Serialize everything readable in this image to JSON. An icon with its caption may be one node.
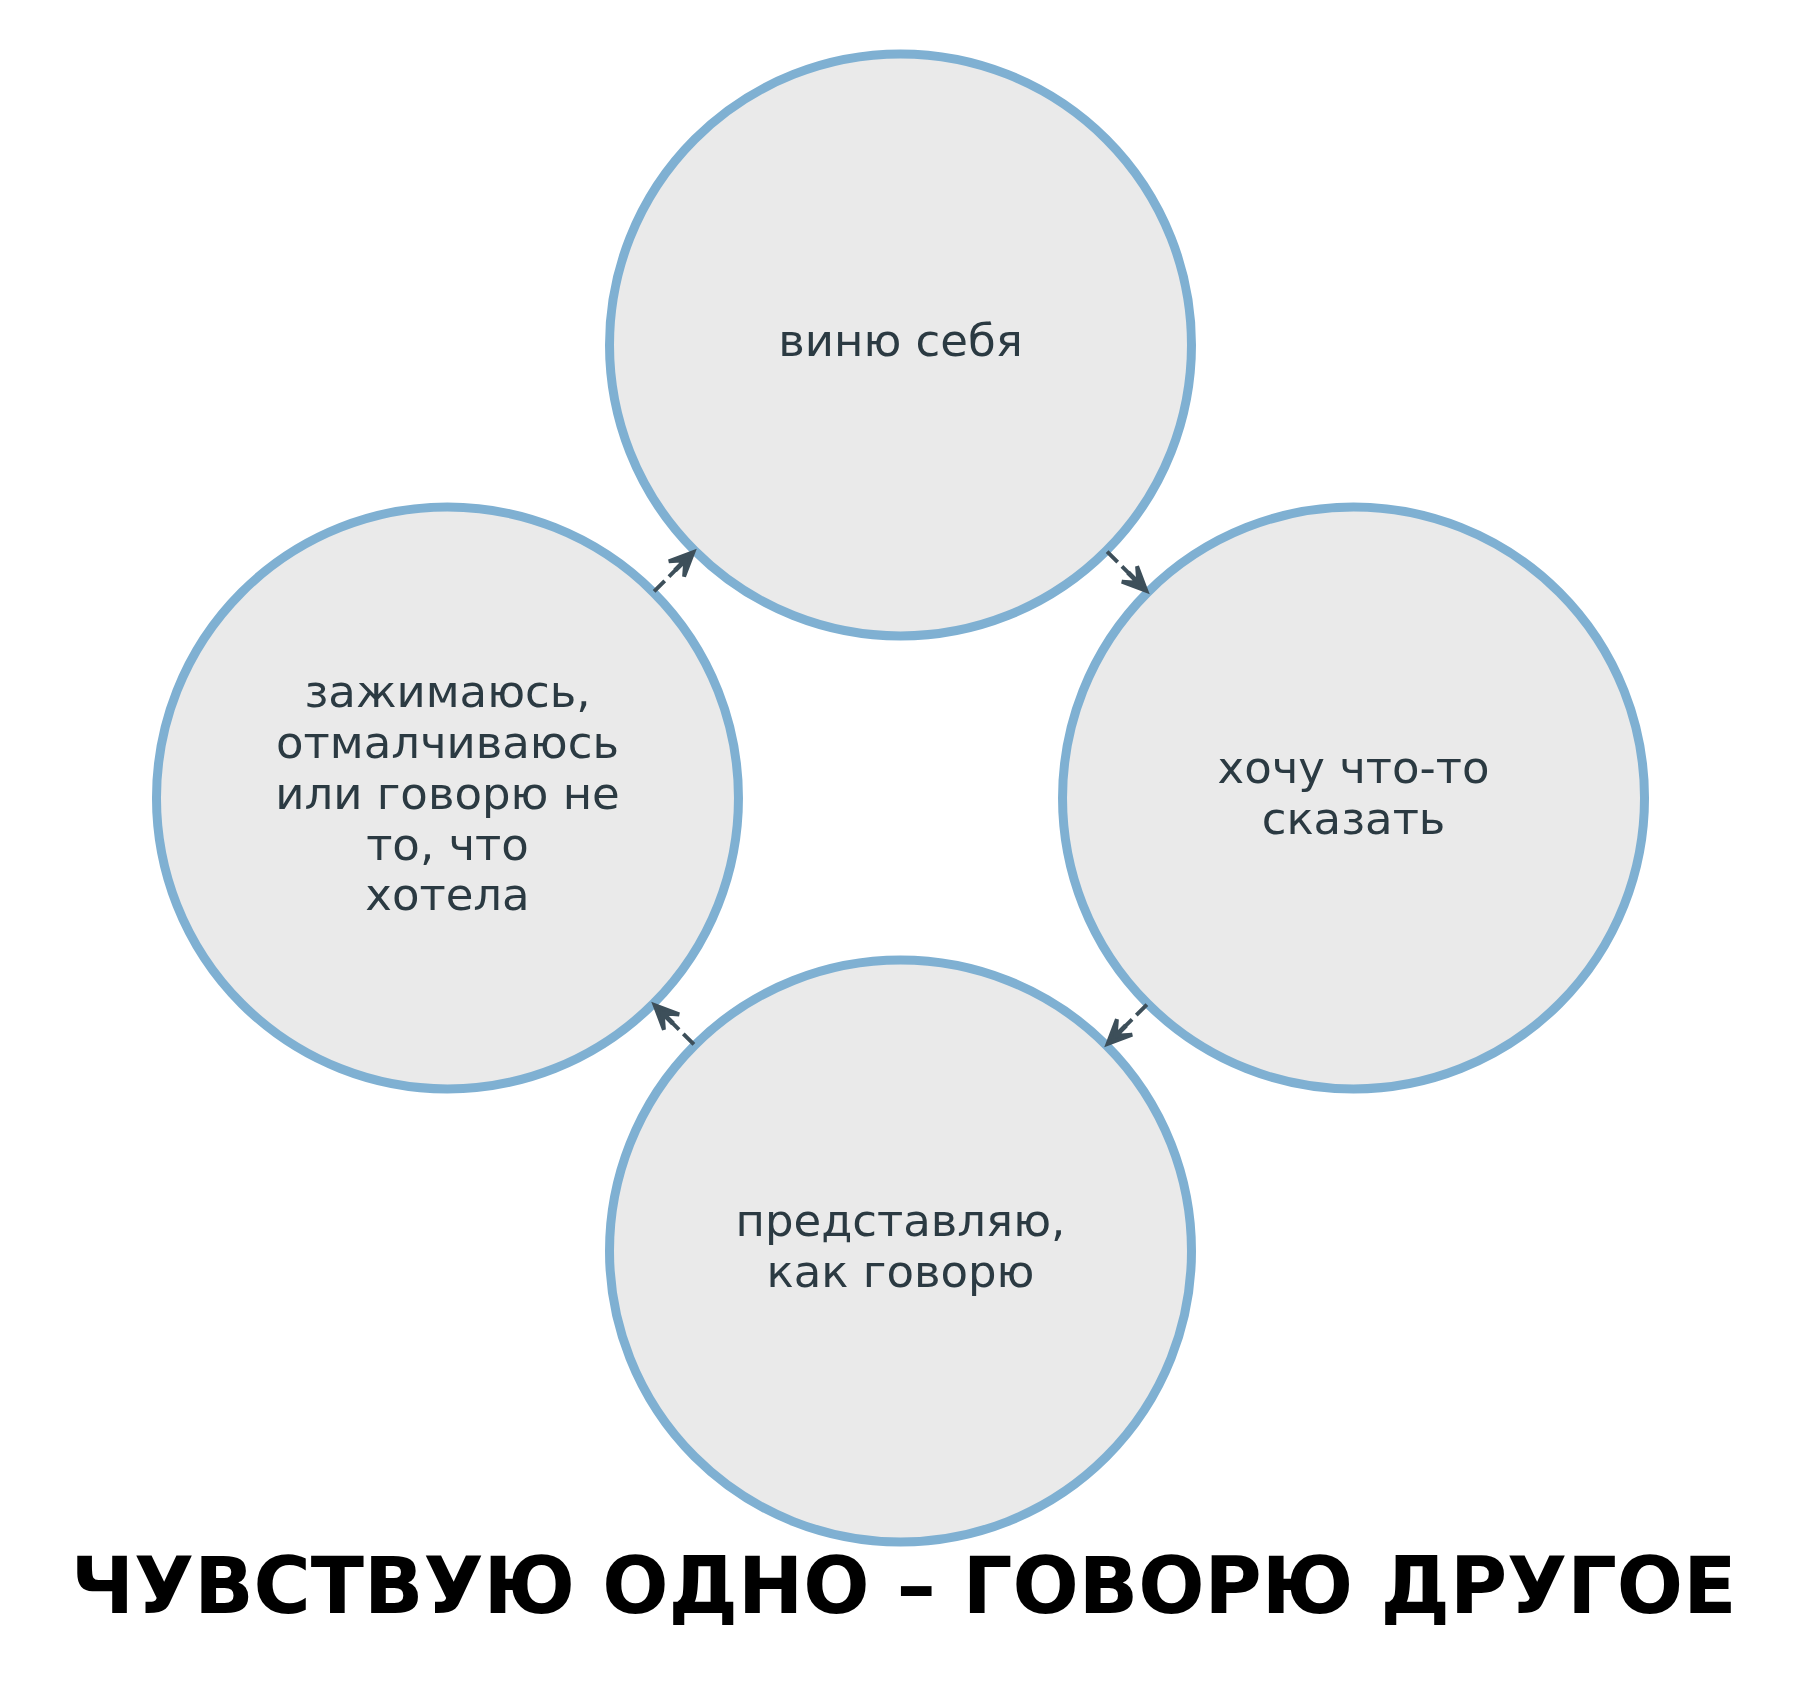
{
  "diagram": {
    "title": "ЧУВСТВУЮ ОДНО – ГОВОРЮ ДРУГОЕ",
    "nodes": [
      {
        "text": [
          "представляю, как говорю"
        ]
      },
      {
        "text": [
          "хочу что-то сказать"
        ]
      },
      {
        "text": [
          "зажимаюсь, отмалчиваюсь или говорю не то, что хотела"
        ]
      },
      {
        "text": [
          "виню себя"
        ]
      }
    ],
    "edges": [
      {
        "from": 0,
        "to": 2,
        "arrow": "to",
        "style": "dashed"
      },
      {
        "from": 2,
        "to": 3,
        "arrow": "to",
        "style": "dashed"
      },
      {
        "from": 3,
        "to": 1,
        "arrow": "to",
        "style": "dashed"
      },
      {
        "from": 1,
        "to": 0,
        "arrow": "to",
        "style": "dashed"
      }
    ]
  }
}
